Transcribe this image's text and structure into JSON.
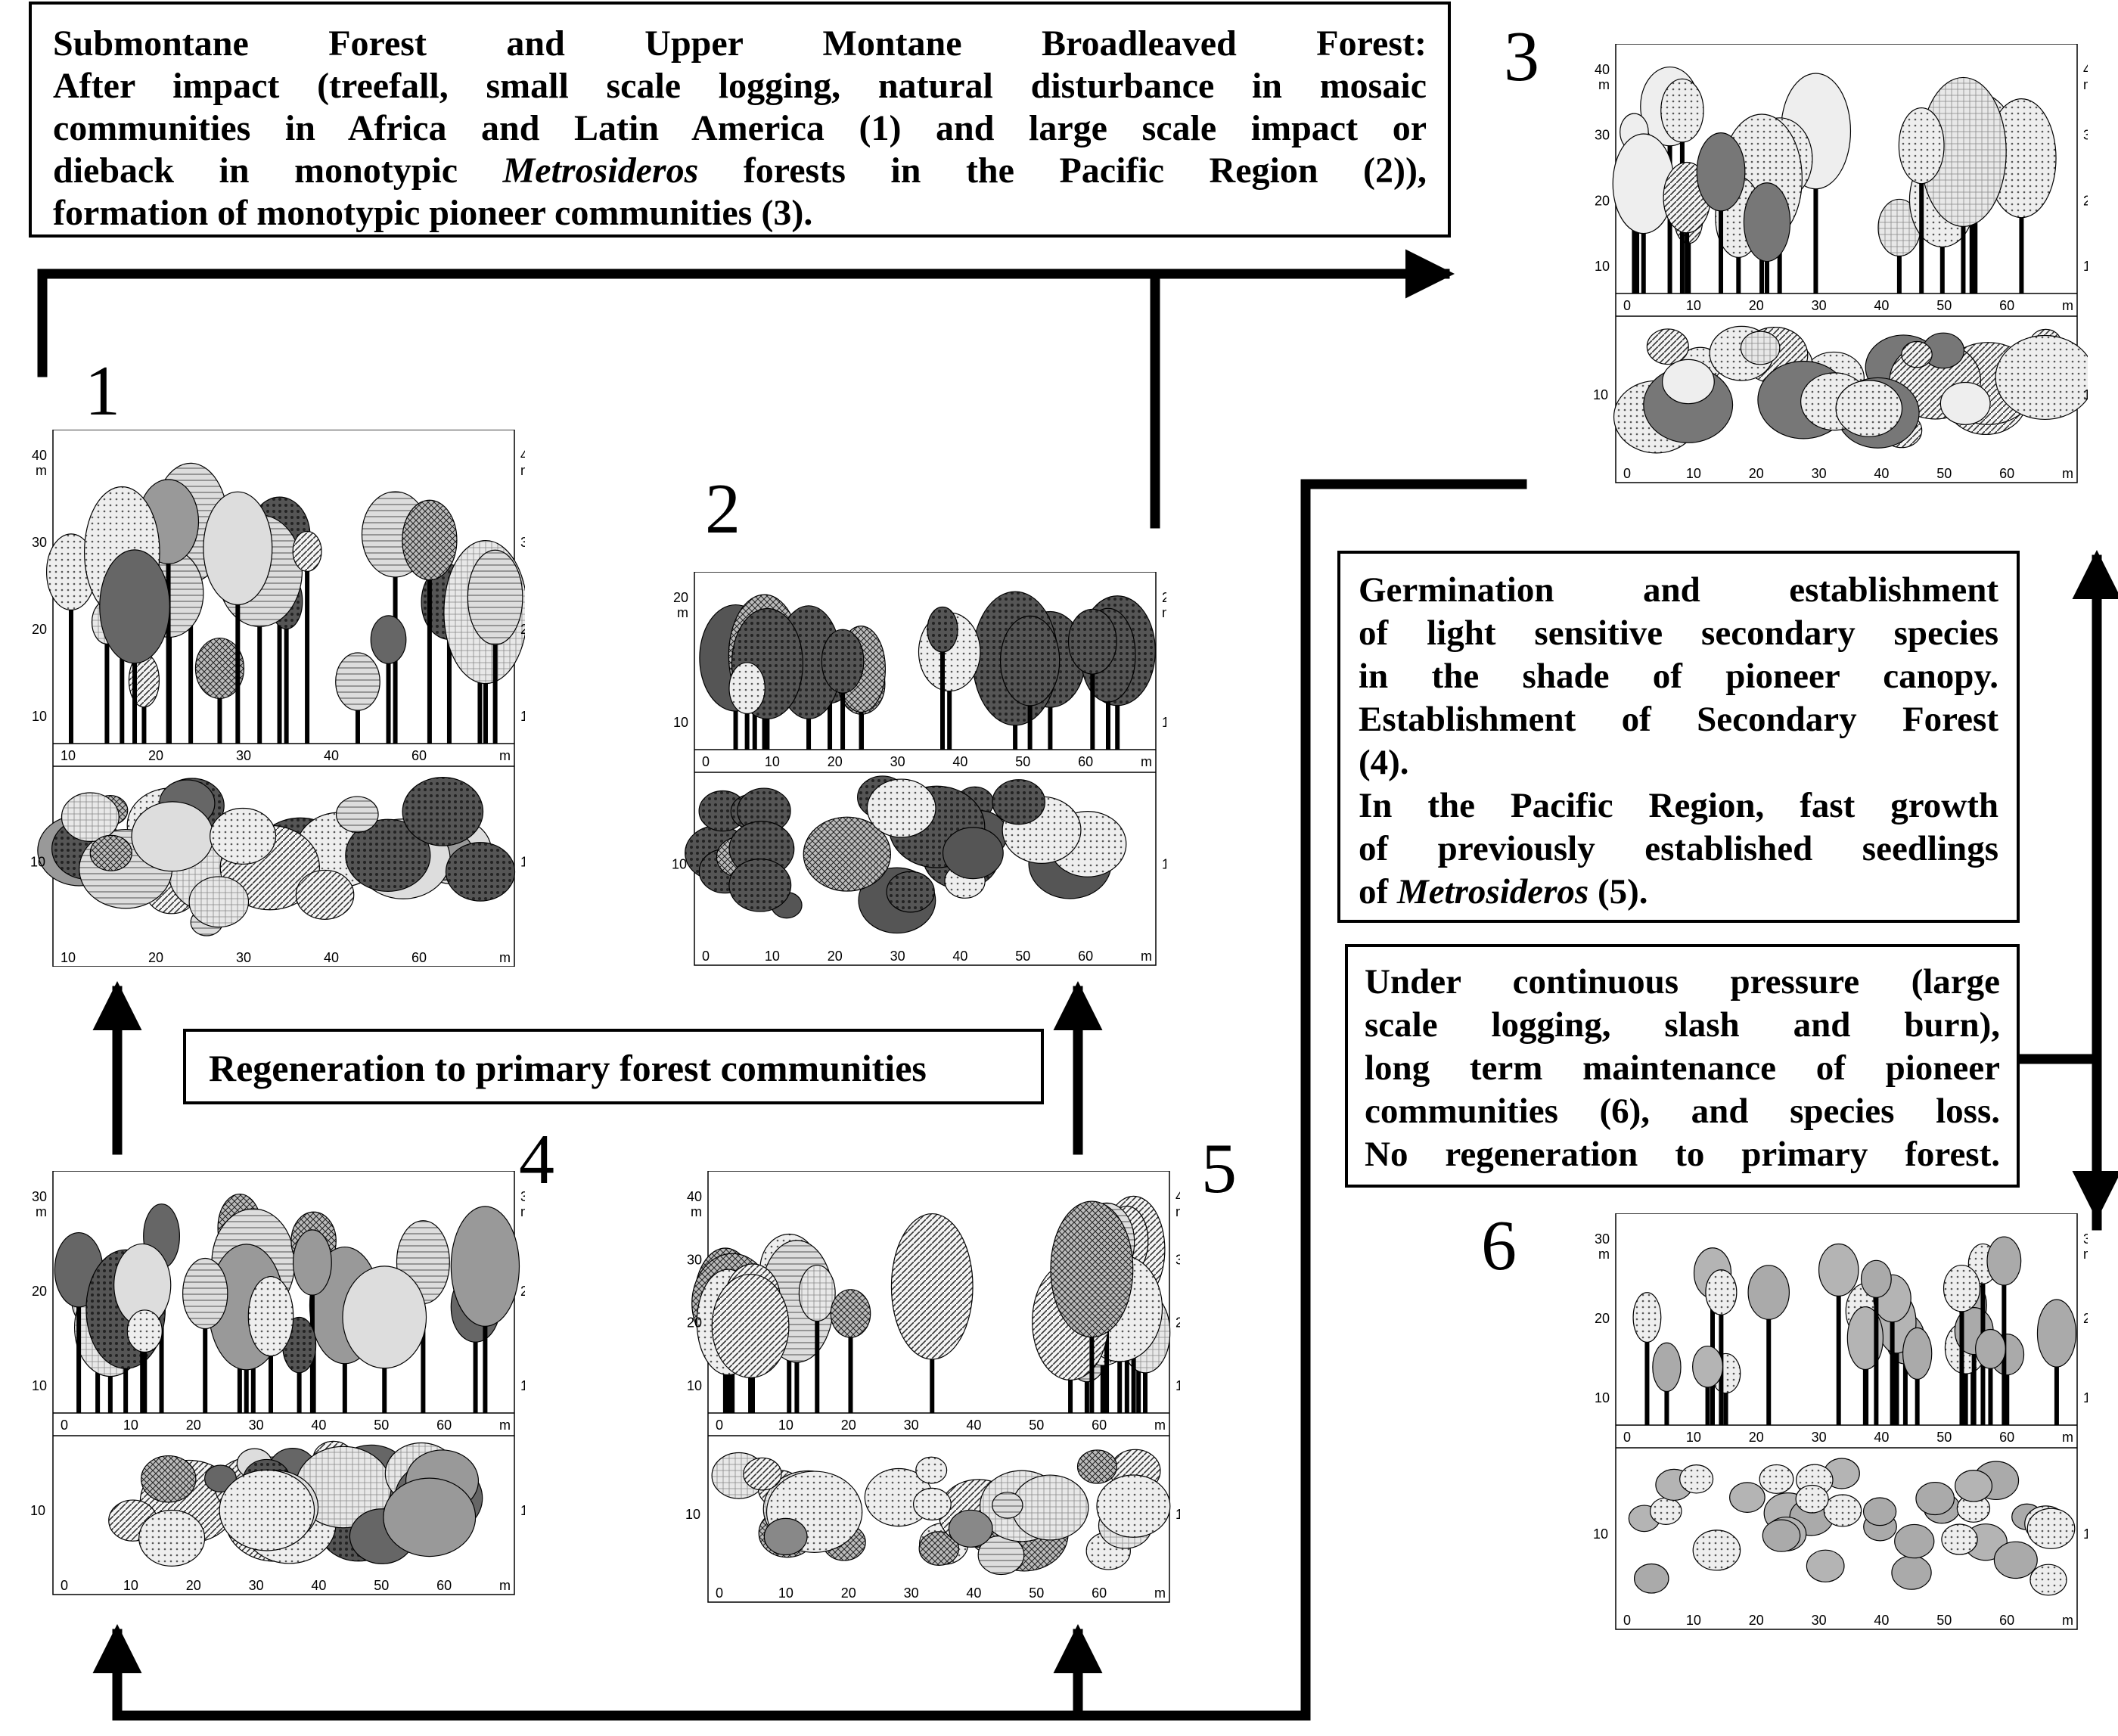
{
  "header_box": {
    "lines": [
      "Submontane Forest and Upper Montane Broadleaved Forest:",
      "After impact (treefall, small scale logging, natural  disturbance in mosaic",
      "communities in Africa and Latin America (1) and  large  scale impact or",
      "dieback in monotypic ",
      "Metrosideros",
      " forests in the  Pacific Region (2)),",
      "formation of monotypic pioneer communities (3)."
    ]
  },
  "germination_box": {
    "lines": [
      "Germination and establishment",
      "of  light sensitive secondary species",
      "in the shade of  pioneer canopy.",
      "Establishment of Secondary Forest",
      "(4).",
      "In the Pacific Region, fast growth",
      "of previously established seedlings",
      "Metrosideros",
      " (5)."
    ],
    "of_prefix": "of "
  },
  "pressure_box": {
    "lines": [
      "Under continuous pressure (large",
      "scale logging, slash and burn),",
      "long term maintenance of pioneer",
      "communities (6), and species loss.",
      "No regeneration to primary forest."
    ]
  },
  "regeneration_box": {
    "label": "Regeneration to primary forest communities"
  },
  "stage_numbers": [
    "1",
    "2",
    "3",
    "4",
    "5",
    "6"
  ],
  "panels": [
    {
      "id": "1",
      "y_ticks": [
        "40\nm",
        "30",
        "20",
        "10"
      ],
      "x_ticks": [
        "10",
        "20",
        "30",
        "40",
        "60",
        "m"
      ],
      "plan_tick": "10"
    },
    {
      "id": "2",
      "y_ticks": [
        "20\nm",
        "10"
      ],
      "x_ticks": [
        "0",
        "10",
        "20",
        "30",
        "40",
        "50",
        "60",
        "m"
      ],
      "plan_tick": "10"
    },
    {
      "id": "3",
      "y_ticks": [
        "40\nm",
        "30",
        "20",
        "10"
      ],
      "x_ticks": [
        "0",
        "10",
        "20",
        "30",
        "40",
        "50",
        "60",
        "m"
      ],
      "plan_tick": "10"
    },
    {
      "id": "4",
      "y_ticks": [
        "30\nm",
        "20",
        "10"
      ],
      "x_ticks": [
        "0",
        "10",
        "20",
        "30",
        "40",
        "50",
        "60",
        "m"
      ],
      "plan_tick": "10"
    },
    {
      "id": "5",
      "y_ticks": [
        "40\nm",
        "30",
        "20",
        "10"
      ],
      "x_ticks": [
        "0",
        "10",
        "20",
        "30",
        "40",
        "50",
        "60",
        "m"
      ],
      "plan_tick": "10"
    },
    {
      "id": "6",
      "y_ticks": [
        "30\nm",
        "20",
        "10"
      ],
      "x_ticks": [
        "0",
        "10",
        "20",
        "30",
        "40",
        "50",
        "60",
        "m"
      ],
      "plan_tick": "10"
    }
  ]
}
